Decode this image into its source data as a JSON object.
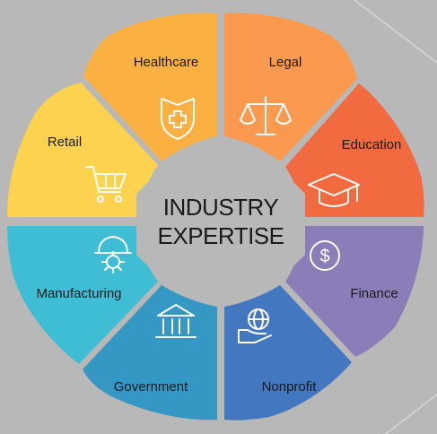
{
  "title": {
    "line1": "INDUSTRY",
    "line2": "EXPERTISE"
  },
  "segments": [
    {
      "label": "Healthcare",
      "color": "#fbb142",
      "icon": "shield-cross-icon"
    },
    {
      "label": "Legal",
      "color": "#fb9a4e",
      "icon": "scales-icon"
    },
    {
      "label": "Education",
      "color": "#f26a3f",
      "icon": "graduation-cap-icon"
    },
    {
      "label": "Finance",
      "color": "#8a7db8",
      "icon": "dollar-coin-icon"
    },
    {
      "label": "Nonprofit",
      "color": "#4377bf",
      "icon": "hand-globe-icon"
    },
    {
      "label": "Government",
      "color": "#3597c4",
      "icon": "bank-building-icon"
    },
    {
      "label": "Manufacturing",
      "color": "#3fbdd5",
      "icon": "hardhat-gear-icon"
    },
    {
      "label": "Retail",
      "color": "#fdd24e",
      "icon": "shopping-cart-icon"
    }
  ],
  "colors": {
    "background": "#b8b8b8",
    "center": "#b8b8b8",
    "text": "#1a1a1a",
    "icon": "#ffffff"
  }
}
